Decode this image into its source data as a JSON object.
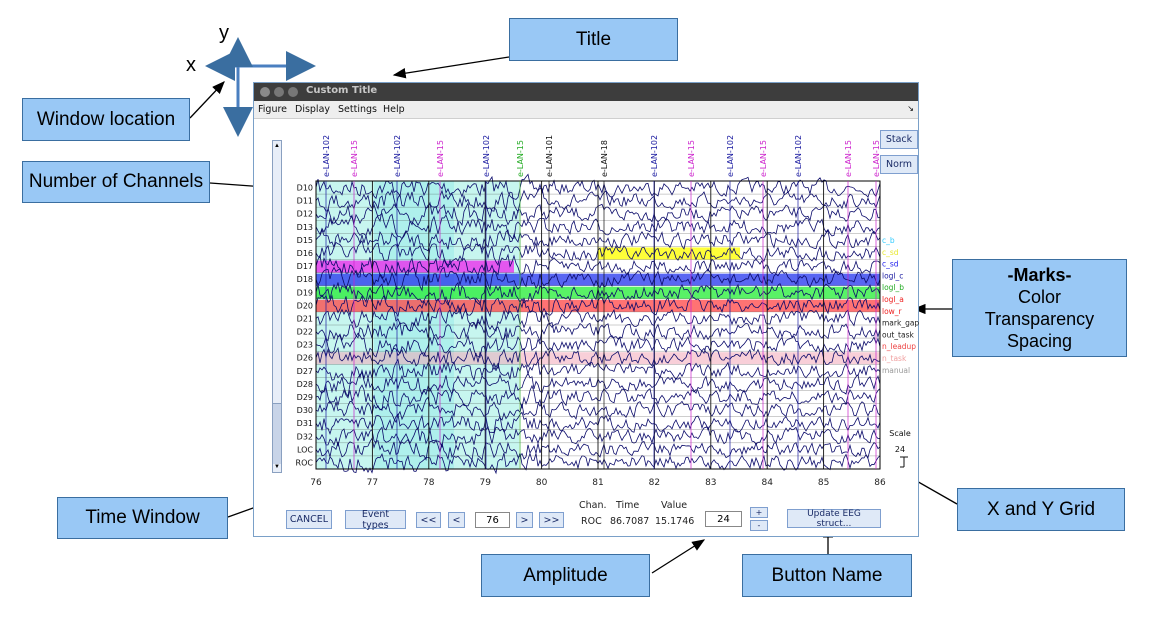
{
  "callouts": {
    "title": "Title",
    "window_location": "Window location",
    "number_of_channels": "Number of Channels",
    "marks_heading": "-Marks-",
    "marks_line1": "Color",
    "marks_line2": "Transparency",
    "marks_line3": "Spacing",
    "time_window": "Time Window",
    "x_and_y_grid": "X and Y Grid",
    "amplitude": "Amplitude",
    "button_name": "Button Name"
  },
  "axes": {
    "x": "x",
    "y": "y"
  },
  "window": {
    "title": "Custom Title",
    "menu": [
      "Figure",
      "Display",
      "Settings",
      "Help"
    ],
    "stack_label": "Stack",
    "norm_label": "Norm"
  },
  "channels": [
    "D10",
    "D11",
    "D12",
    "D13",
    "D15",
    "D16",
    "D17",
    "D18",
    "D19",
    "D20",
    "D21",
    "D22",
    "D23",
    "D26",
    "D27",
    "D28",
    "D29",
    "D30",
    "D31",
    "D32",
    "LOC",
    "ROC"
  ],
  "event_labels": [
    {
      "text": "e-LAN-102",
      "color": "#1a1aa0"
    },
    {
      "text": "e-LAN-15",
      "color": "#cc22cc"
    },
    {
      "text": "e-LAN-102",
      "color": "#1a1aa0"
    },
    {
      "text": "e-LAN-15",
      "color": "#cc22cc"
    },
    {
      "text": "e-LAN-102",
      "color": "#1a1aa0"
    },
    {
      "text": "e-LAN-15",
      "color": "#22aa22"
    },
    {
      "text": "e-LAN-101",
      "color": "#111111"
    },
    {
      "text": "e-LAN-18",
      "color": "#111111"
    },
    {
      "text": "e-LAN-102",
      "color": "#1a1aa0"
    },
    {
      "text": "e-LAN-15",
      "color": "#cc22cc"
    },
    {
      "text": "e-LAN-102",
      "color": "#1a1aa0"
    },
    {
      "text": "e-LAN-15",
      "color": "#cc22cc"
    },
    {
      "text": "e-LAN-102",
      "color": "#1a1aa0"
    },
    {
      "text": "e-LAN-15",
      "color": "#cc22cc"
    },
    {
      "text": "e-LAN-15",
      "color": "#cc22cc"
    }
  ],
  "mark_labels": [
    {
      "text": "c_b",
      "color": "#33ccff"
    },
    {
      "text": "c_sd",
      "color": "#e8e830"
    },
    {
      "text": "c_sd",
      "color": "#2222ee"
    },
    {
      "text": "logl_c",
      "color": "#1a1aa0"
    },
    {
      "text": "logl_b",
      "color": "#22aa22"
    },
    {
      "text": "logl_a",
      "color": "#ee2222"
    },
    {
      "text": "low_r",
      "color": "#ee2222"
    },
    {
      "text": "mark_gap",
      "color": "#222222"
    },
    {
      "text": "out_task",
      "color": "#222222"
    },
    {
      "text": "n_leadup",
      "color": "#ee4444"
    },
    {
      "text": "n_task",
      "color": "#f0a0a0"
    },
    {
      "text": "manual",
      "color": "#999999"
    }
  ],
  "time_ticks": [
    "76",
    "77",
    "78",
    "79",
    "80",
    "81",
    "82",
    "83",
    "84",
    "85",
    "86"
  ],
  "controls": {
    "cancel": "CANCEL",
    "event_types": "Event types",
    "nav_first": "<<",
    "nav_prev": "<",
    "time_value": "76",
    "nav_next": ">",
    "nav_last": ">>",
    "chan_header": "Chan.",
    "time_header": "Time",
    "value_header": "Value",
    "chan_value": "ROC",
    "time_readout": "86.7087",
    "value_readout": "15.1746",
    "amplitude_value": "24",
    "amp_plus": "+",
    "amp_minus": "-",
    "update_button": "Update EEG struct..."
  },
  "scale": {
    "label": "Scale",
    "value": "24"
  }
}
